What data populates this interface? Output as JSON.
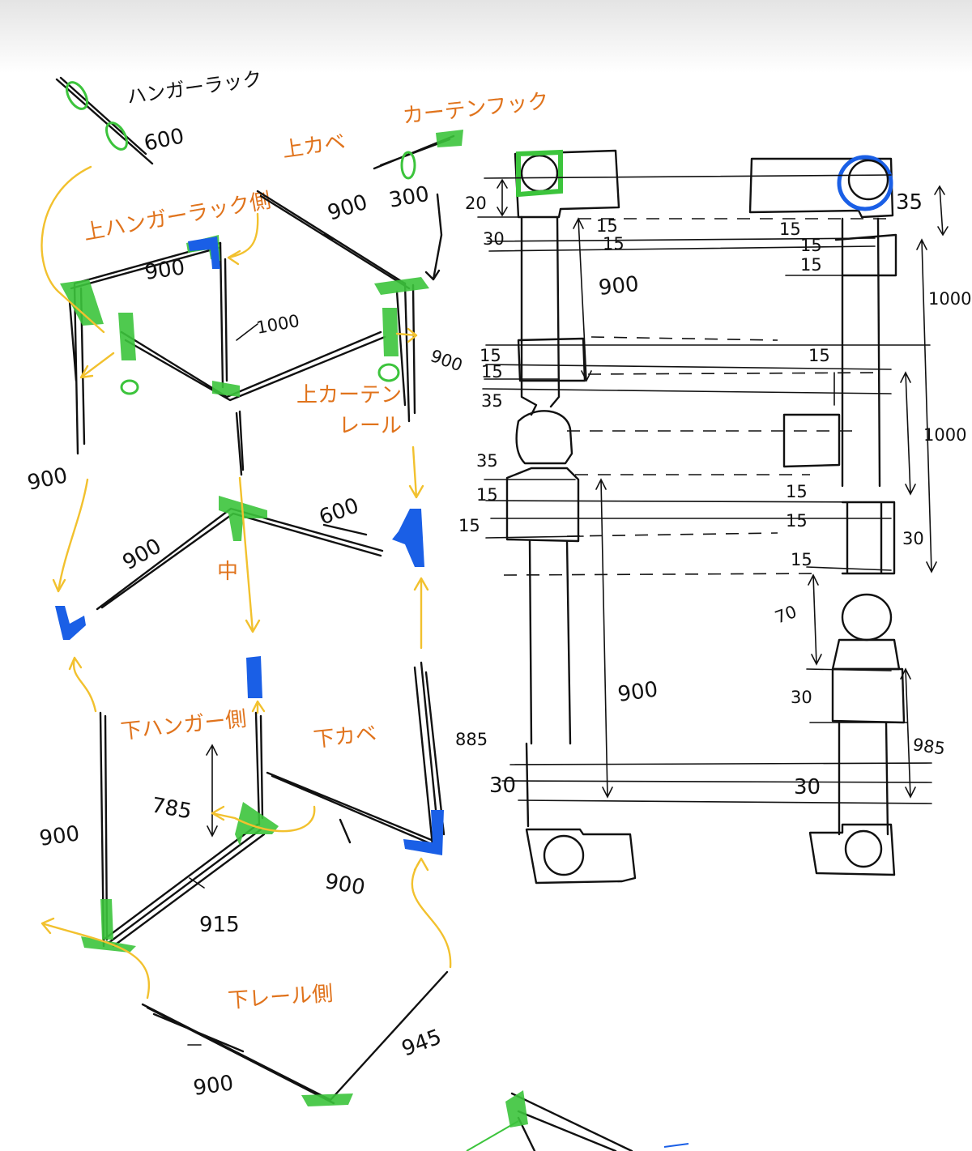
{
  "colors": {
    "ink": "#111111",
    "label_orange": "#e0731c",
    "marker_green": "#3cc43c",
    "marker_blue": "#1a5fe6",
    "arrow_yellow": "#f2c12e"
  },
  "left_sketch": {
    "labels": {
      "hanger_rack": "ハンガーラック",
      "curtain_hook": "カーテンフック",
      "upper_wall": "上カベ",
      "upper_hanger_side": "上ハンガーラック側",
      "upper_curtain_rail_1": "上カーテン",
      "upper_curtain_rail_2": "レール",
      "middle": "中",
      "lower_hanger_side": "下ハンガー側",
      "lower_wall": "下カベ",
      "lower_rail_side": "下レール側"
    },
    "dimensions": {
      "hanger_rack_length": "600",
      "upper_wall_a": "900",
      "upper_wall_b": "300",
      "upper_top_edge": "900",
      "upper_post": "1000",
      "upper_left_leg": "900",
      "upper_right_leg": "900",
      "middle_left": "900",
      "middle_right": "600",
      "lower_post": "785",
      "lower_left_leg": "900",
      "lower_diag": "915",
      "lower_wall_edge": "900",
      "lower_right_leg": "885",
      "bottom_left": "900",
      "bottom_right": "945"
    }
  },
  "right_sketch": {
    "dimensions": {
      "top_left_20": "20",
      "top_left_30": "30",
      "top_15_a": "15",
      "top_15_b": "15",
      "top_span_900": "900",
      "right_15_a": "15",
      "right_15_b": "15",
      "right_15_c": "15",
      "top_right_35": "35",
      "right_span_1000": "1000",
      "left_15_c": "15",
      "left_15_d": "15",
      "right_15_d": "15",
      "left_35_a": "35",
      "left_35_b": "35",
      "right_span_1000b": "1000",
      "left_15_e": "15",
      "left_15_f": "15",
      "right_15_e": "15",
      "right_15_f": "15",
      "right_30_a": "30",
      "right_15_g": "15",
      "right_70": "70",
      "lower_span_900": "900",
      "right_30_b": "30",
      "right_985": "985",
      "bottom_left_30": "30",
      "bottom_right_30": "30"
    }
  }
}
